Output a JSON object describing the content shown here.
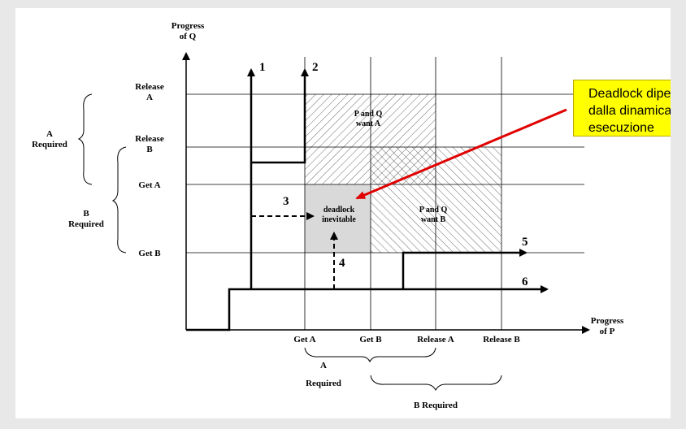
{
  "diagram": {
    "y_axis_title": [
      "Progress",
      "of Q"
    ],
    "x_axis_title": [
      "Progress",
      "of P"
    ],
    "y_ticks": [
      {
        "lines": [
          "Release",
          "A"
        ],
        "key": "release_a"
      },
      {
        "lines": [
          "Release",
          "B"
        ],
        "key": "release_b"
      },
      {
        "lines": [
          "Get A"
        ],
        "key": "get_a"
      },
      {
        "lines": [
          "Get B"
        ],
        "key": "get_b"
      }
    ],
    "x_ticks": [
      "Get A",
      "Get B",
      "Release A",
      "Release B"
    ],
    "y_braces": [
      {
        "lines": [
          "A",
          "Required"
        ]
      },
      {
        "lines": [
          "B",
          "Required"
        ]
      }
    ],
    "x_braces": [
      {
        "lines": [
          "A",
          "Required"
        ]
      },
      {
        "lines": [
          "B Required"
        ]
      }
    ],
    "regions": {
      "p_q_want_a": [
        "P and Q",
        "want A"
      ],
      "p_q_want_b": [
        "P and Q",
        "want B"
      ],
      "deadlock": [
        "deadlock",
        "inevitable"
      ]
    },
    "paths": [
      "1",
      "2",
      "3",
      "4",
      "5",
      "6"
    ],
    "colors": {
      "callout_bg": "#ffff00",
      "arrow": "#e00000",
      "deadlock_fill": "#d9d9d9",
      "background": "#e8e8e8"
    }
  },
  "callout": {
    "lines": [
      "Deadlock dipendente",
      "dalla dinamica di",
      "esecuzione"
    ]
  }
}
